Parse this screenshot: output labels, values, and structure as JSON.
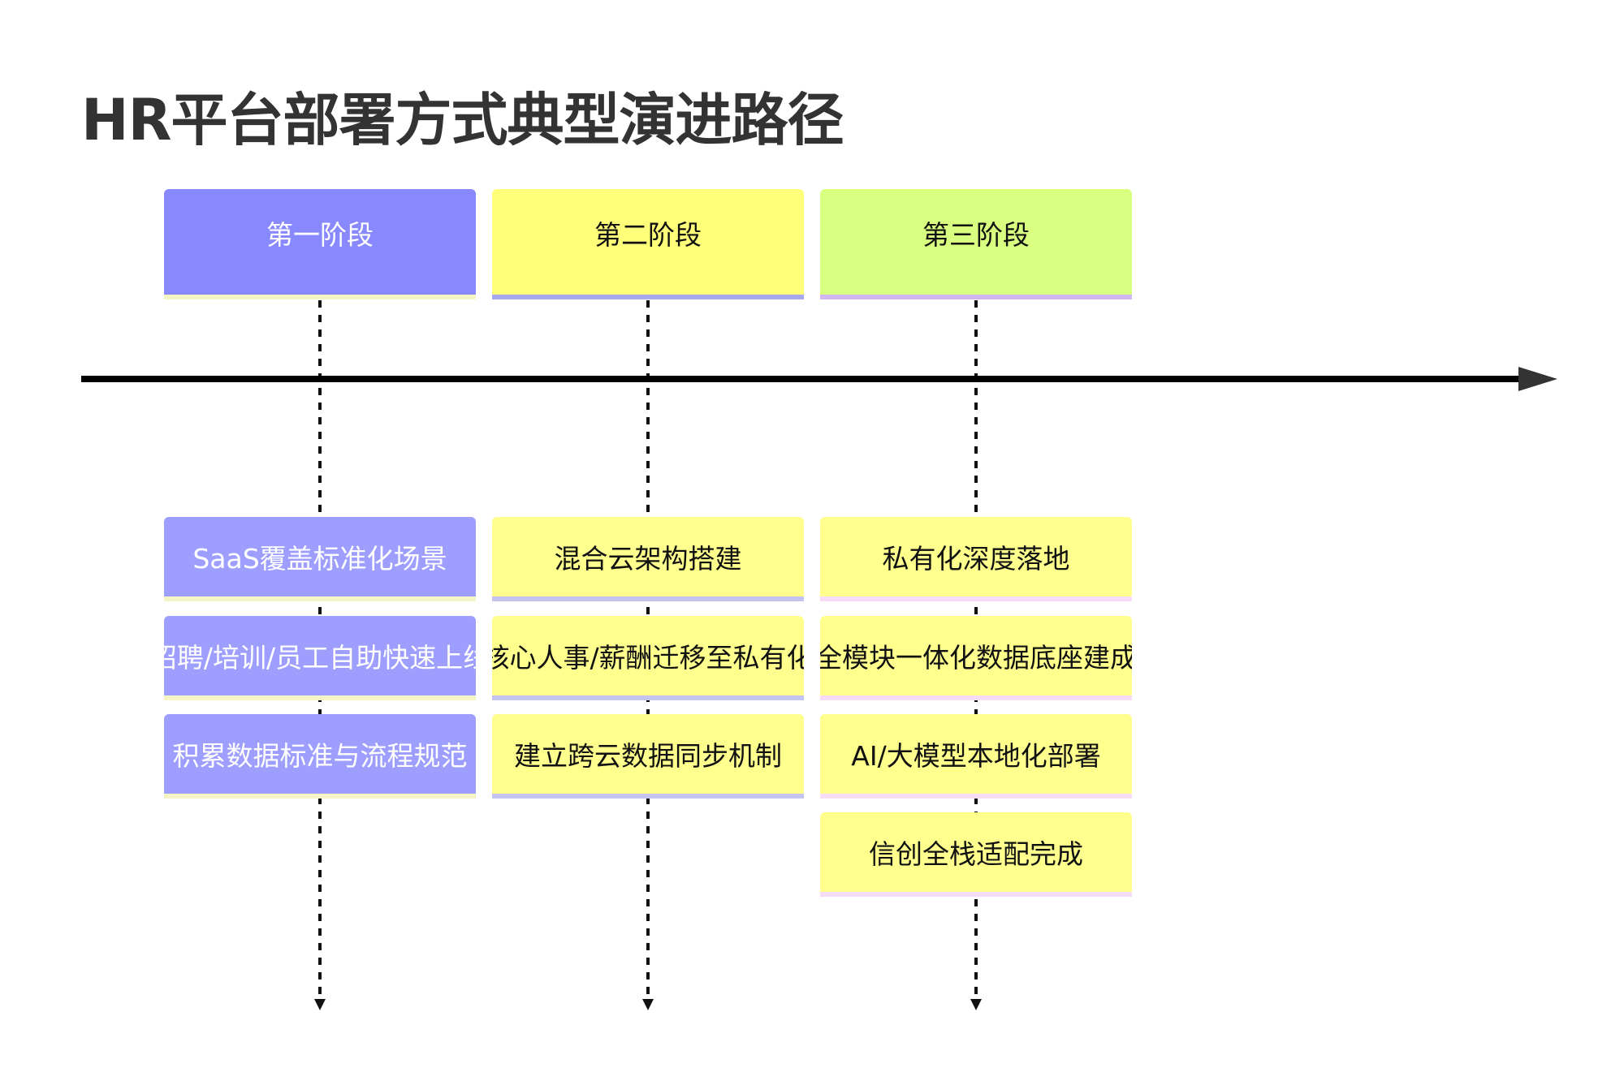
{
  "title": "HR平台部署方式典型演进路径",
  "colors": {
    "timeline": "#000000",
    "connector": "#111111",
    "title_text": "#333333"
  },
  "phases": [
    {
      "label": "第一阶段",
      "header_color": "#8888ff",
      "header_text_color": "#ffffff",
      "header_bottom_color": "#f4f4c4",
      "item_color": "#9e9eff",
      "item_text_color": "#ffffff",
      "item_bottom_color": "#f4f4c4",
      "items": [
        "SaaS覆盖标准化场景",
        "招聘/培训/员工自助快速上线",
        "积累数据标准与流程规范"
      ]
    },
    {
      "label": "第二阶段",
      "header_color": "#ffff7a",
      "header_text_color": "#111111",
      "header_bottom_color": "#a8a8ee",
      "item_color": "#ffff8e",
      "item_text_color": "#111111",
      "item_bottom_color": "#c4c4f0",
      "items": [
        "混合云架构搭建",
        "核心人事/薪酬迁移至私有化",
        "建立跨云数据同步机制"
      ]
    },
    {
      "label": "第三阶段",
      "header_color": "#d9ff80",
      "header_text_color": "#111111",
      "header_bottom_color": "#d2b6f0",
      "item_color": "#ffff8e",
      "item_text_color": "#111111",
      "item_bottom_color": "#f6dcf6",
      "items": [
        "私有化深度落地",
        "全模块一体化数据底座建成",
        "AI/大模型本地化部署",
        "信创全栈适配完成"
      ]
    }
  ]
}
